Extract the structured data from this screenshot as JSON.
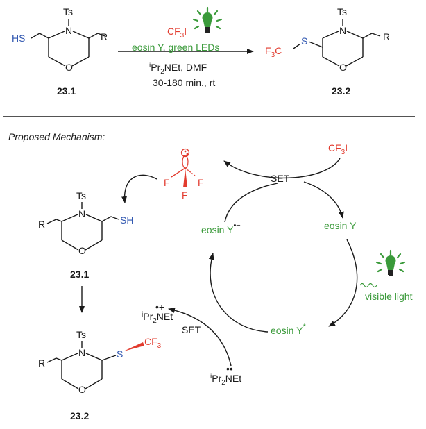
{
  "colors": {
    "text": "#1a1a1a",
    "red": "#e23b2e",
    "blue": "#2f56b0",
    "green": "#3a9a3a"
  },
  "icons": [
    "lightbulb-icon"
  ],
  "top_reaction": {
    "reactant": {
      "ts": "Ts",
      "n": "N",
      "o": "O",
      "r": "R",
      "sh": "HS",
      "label": "23.1"
    },
    "conditions": {
      "reagent_cf": "CF",
      "reagent_3": "3",
      "reagent_i": "I",
      "catalyst": "eosin Y",
      "sep": ", ",
      "light": "green LEDs",
      "base_i": "i",
      "base_pr": "Pr",
      "base_2": "2",
      "base_net": "NEt, DMF",
      "time": "30-180 min., rt"
    },
    "product": {
      "ts": "Ts",
      "n": "N",
      "o": "O",
      "r": "R",
      "s": "S",
      "f3": "F",
      "f3_sub": "3",
      "f3_c": "C",
      "label": "23.2"
    }
  },
  "mechanism": {
    "heading": "Proposed Mechanism",
    "heading_colon": ":",
    "radical_f": "F",
    "cf3i_cf": "CF",
    "cf3i_3": "3",
    "cf3i_i": "I",
    "set_top": "SET",
    "set_bottom": "SET",
    "eosin_y": "eosin Y",
    "eosin_y_radical_anion": "eosin Y",
    "radical_anion_sup": "•−",
    "eosin_y_excited": "eosin Y",
    "excited_sup": "*",
    "visible_light": "visible light",
    "amine_radical_cation": {
      "i": "i",
      "pr": "Pr",
      "sub": "2",
      "net": "NEt",
      "sup": "•+"
    },
    "amine": {
      "i": "i",
      "pr": "Pr",
      "sub": "2",
      "net": "NEt",
      "dots": "••"
    },
    "intermediate": {
      "ts": "Ts",
      "n": "N",
      "o": "O",
      "r": "R",
      "sh": "SH",
      "label": "23.1"
    },
    "product": {
      "ts": "Ts",
      "n": "N",
      "o": "O",
      "r": "R",
      "s": "S",
      "cf": "CF",
      "cf_sub": "3",
      "label": "23.2"
    }
  }
}
